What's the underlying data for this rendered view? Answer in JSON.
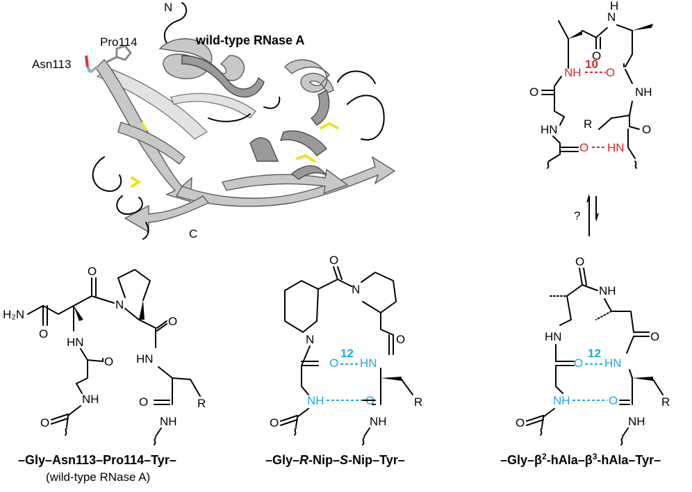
{
  "protein": {
    "title": "wild-type RNase A",
    "n_terminus": "N",
    "c_terminus": "C",
    "label_asn": "Asn113",
    "label_pro": "Pro114",
    "colors": {
      "ribbon": "#c8c8c8",
      "disulfide": "#f2e21a"
    }
  },
  "equilibrium": {
    "question": "?"
  },
  "beta_ring": {
    "ring_size": "10",
    "R": "R",
    "ring_color": "#e0202a"
  },
  "wild_type": {
    "caption": "–Gly–Asn113–Pro114–Tyr–",
    "subcaption": "(wild-type RNase A)",
    "amide_label": "H₂N",
    "R": "R"
  },
  "nip": {
    "caption_parts": [
      "–Gly–",
      "R",
      "-Nip–",
      "S",
      "-Nip–Tyr–"
    ],
    "ring_size": "12",
    "R": "R",
    "ring_color": "#1ba9e0"
  },
  "beta_peptide": {
    "caption_parts": [
      "–Gly–β",
      "2",
      "-hAla–β",
      "3",
      "-hAla–Tyr–"
    ],
    "ring_size": "12",
    "R": "R",
    "ring_color": "#1ba9e0"
  },
  "atoms": {
    "O": "O",
    "N": "N",
    "NH": "NH",
    "HN": "HN",
    "H": "H"
  }
}
